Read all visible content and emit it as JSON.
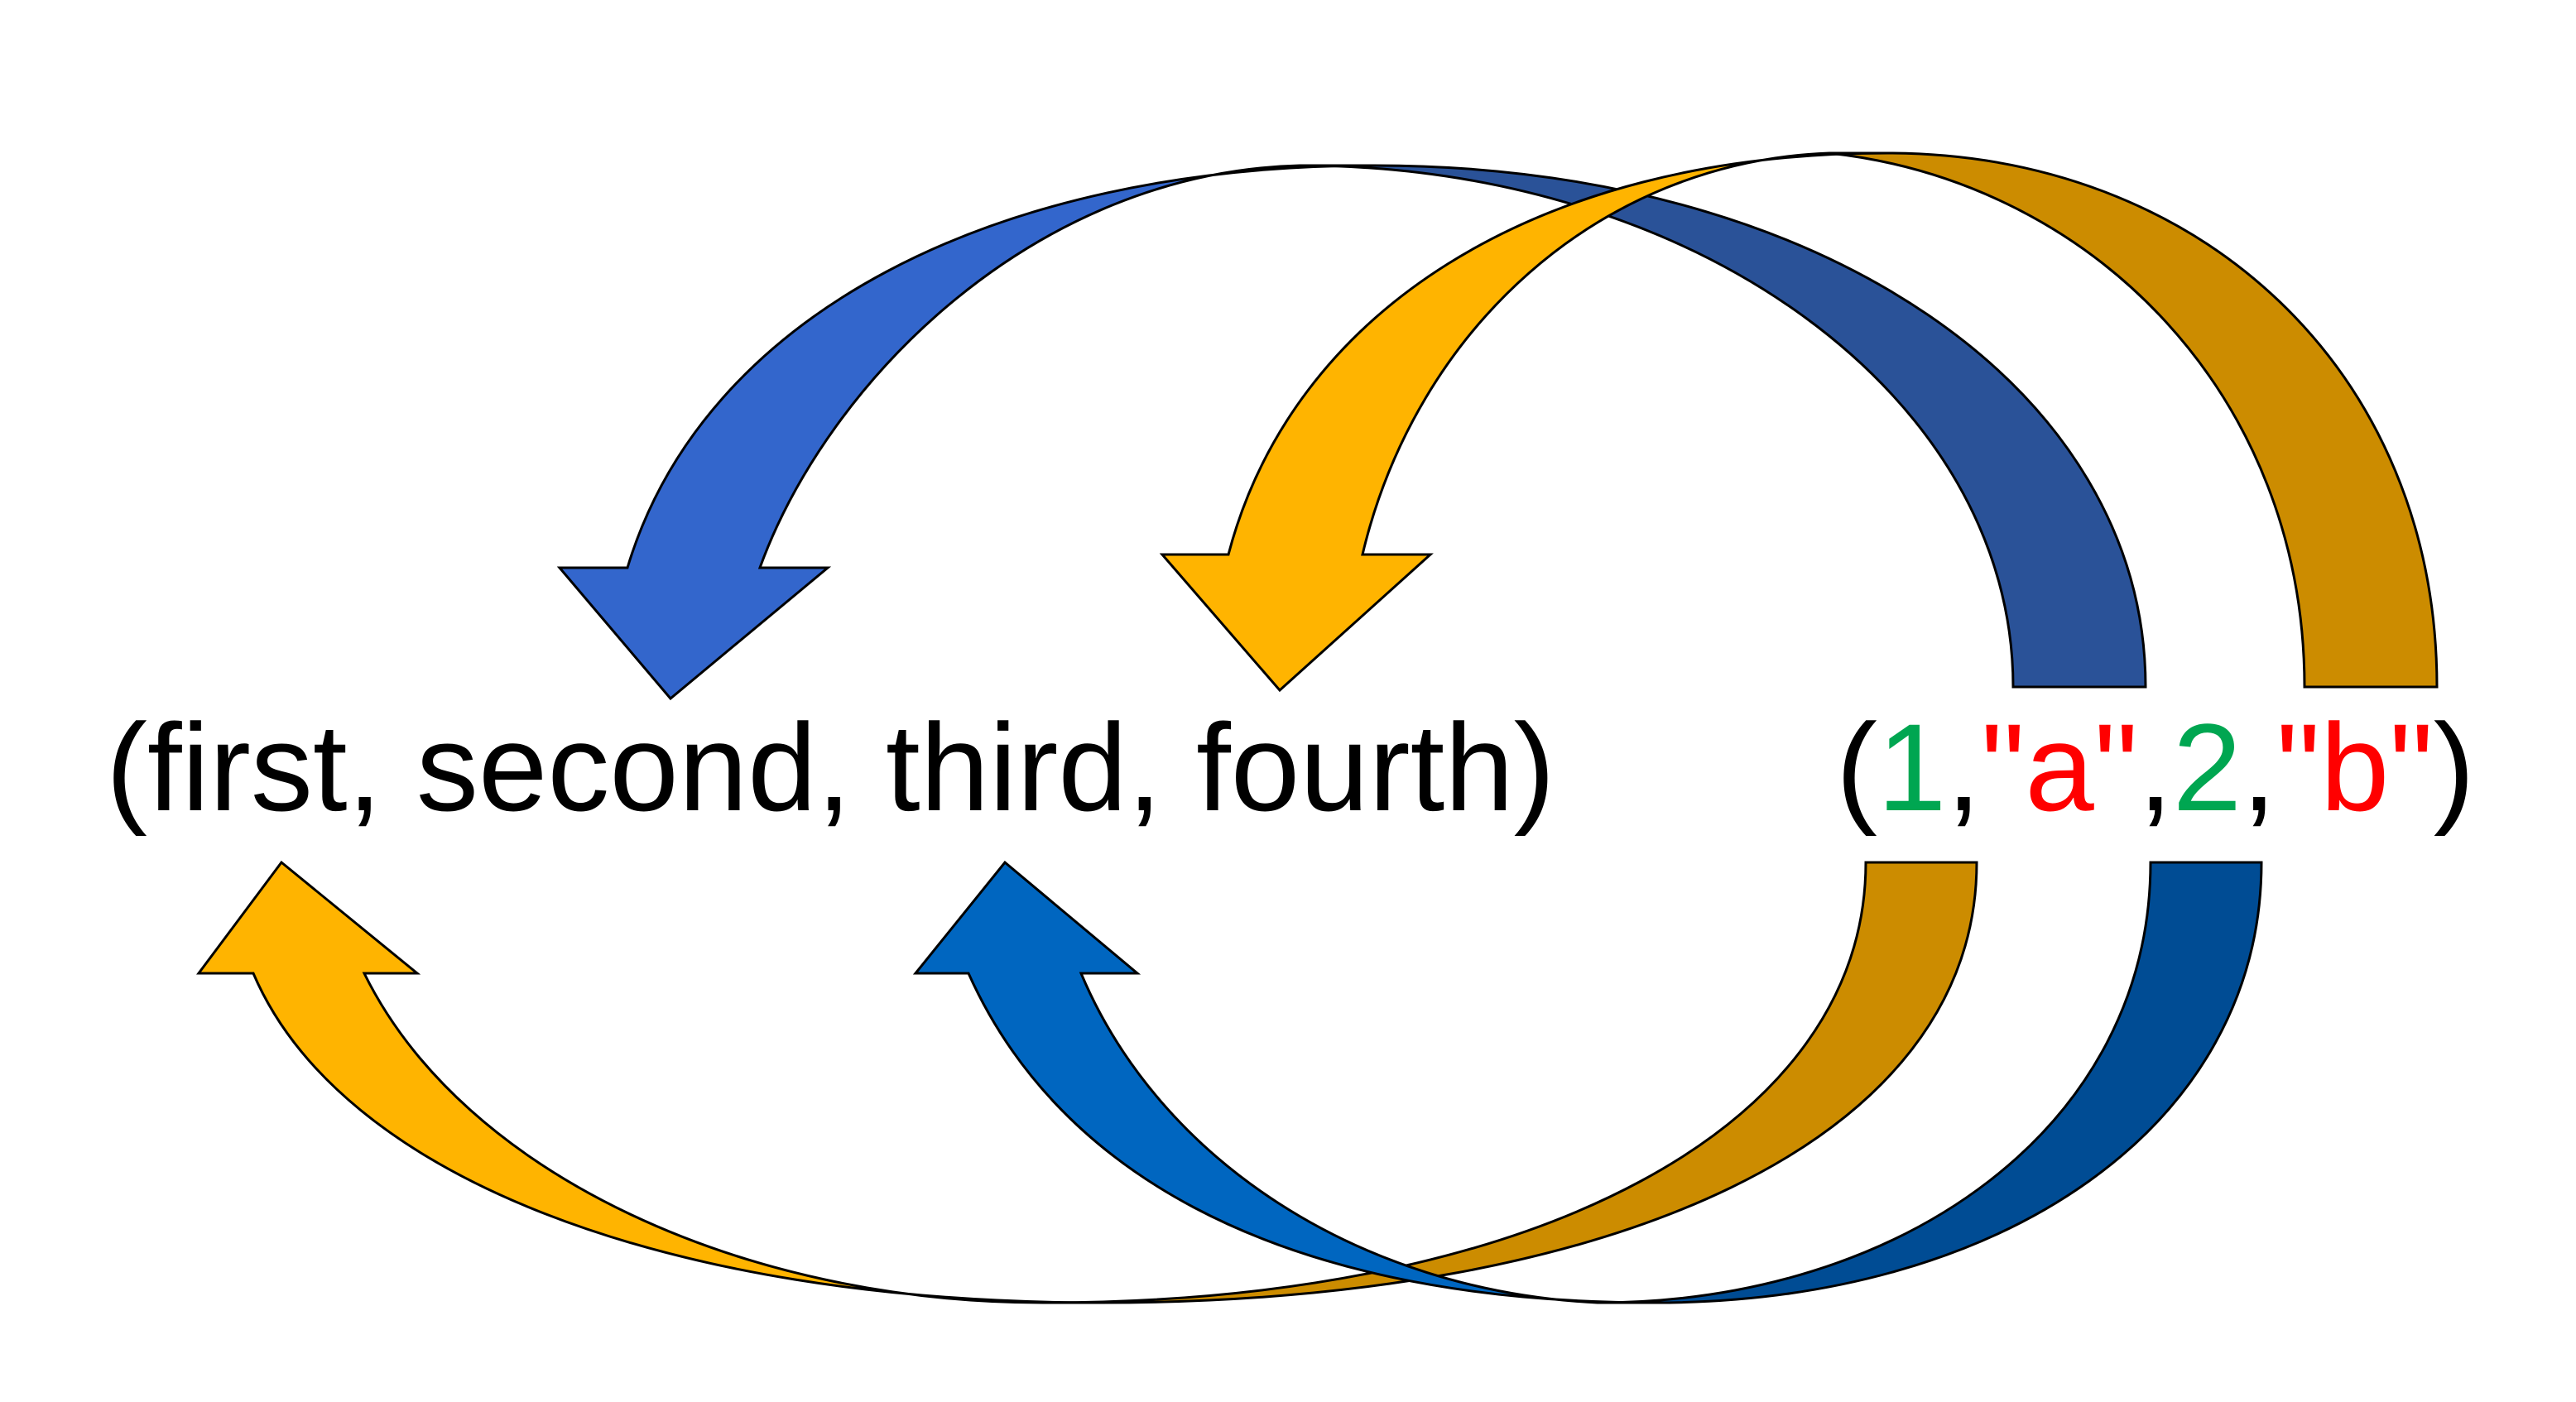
{
  "names_tuple": {
    "text": "(first, second, third, fourth)"
  },
  "values_tuple": {
    "open_paren": "(",
    "v1": "1",
    "c1": ",",
    "v2": "\"a\"",
    "c2": ",",
    "v3": "2",
    "c3": ",",
    "v4": "\"b\"",
    "close_paren": ")"
  },
  "colors": {
    "number": "#00a651",
    "string": "#ff0000",
    "blue_arrow_light": "#3366cc",
    "blue_arrow_dark": "#2a5298",
    "blue_arrow_bright": "#0066c0",
    "blue_arrow_deep": "#004c94",
    "orange_arrow_light": "#ffb400",
    "orange_arrow_dark": "#cc8c00"
  },
  "icons": {
    "arrow_1": "curved-arrow-icon",
    "arrow_2": "curved-arrow-icon",
    "arrow_3": "curved-arrow-icon",
    "arrow_4": "curved-arrow-icon"
  }
}
